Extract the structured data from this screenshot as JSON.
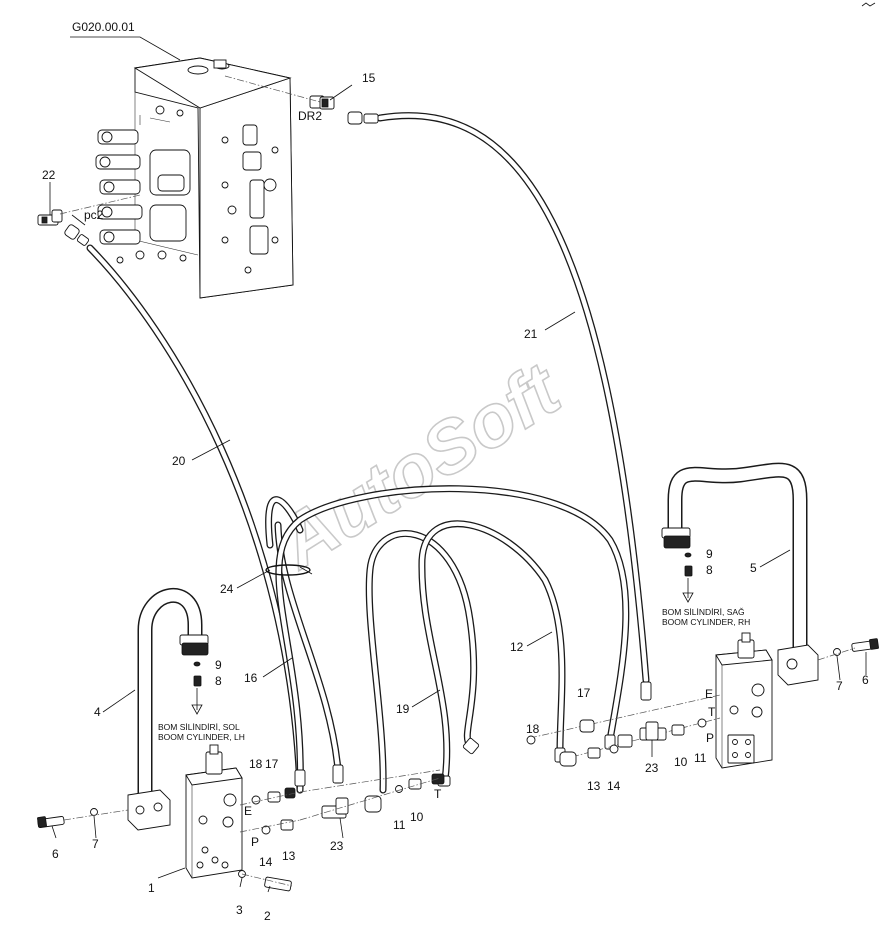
{
  "assembly_code": "G020.00.01",
  "watermark": "AutoSoft",
  "port_labels": {
    "dr2": "DR2",
    "pc2": "pc2",
    "E": "E",
    "P": "P",
    "T": "T"
  },
  "captions": {
    "left_tr": "BOM SİLİNDİRİ, SOL",
    "left_en": "BOOM CYLINDER, LH",
    "right_tr": "BOM SİLİNDİRİ, SAĞ",
    "right_en": "BOOM CYLINDER, RH"
  },
  "callouts": {
    "n1": "1",
    "n2": "2",
    "n3": "3",
    "n4": "4",
    "n5": "5",
    "n6_left": "6",
    "n6_right": "6",
    "n7_left": "7",
    "n7_right": "7",
    "n8_left": "8",
    "n8_right": "8",
    "n9_left": "9",
    "n9_right": "9",
    "n10_left": "10",
    "n10_right": "10",
    "n11_left": "11",
    "n11_right": "11",
    "n12": "12",
    "n13_left": "13",
    "n13_right": "13",
    "n14_left": "14",
    "n14_right": "14",
    "n15": "15",
    "n16": "16",
    "n17_left": "17",
    "n17_right": "17",
    "n18_left": "18",
    "n18_right": "18",
    "n19": "19",
    "n20": "20",
    "n21": "21",
    "n22": "22",
    "n23_left": "23",
    "n23_right": "23",
    "n24": "24"
  }
}
